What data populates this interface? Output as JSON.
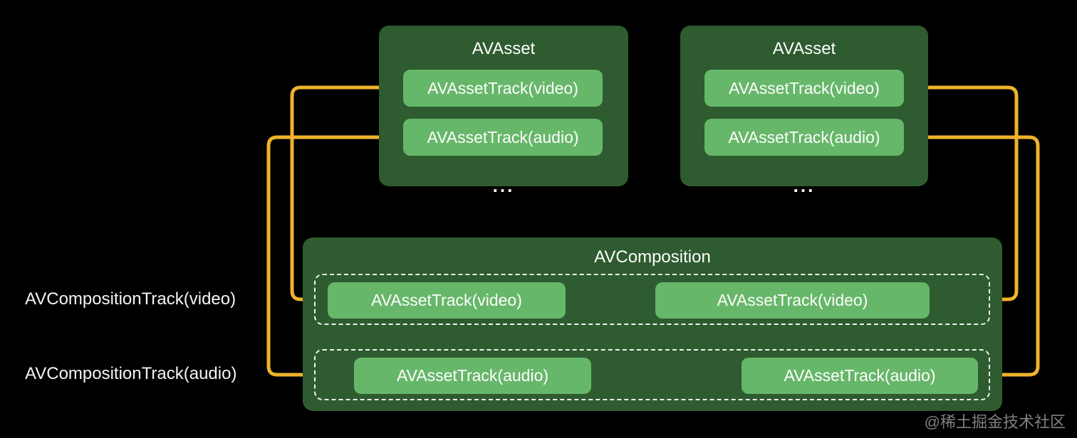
{
  "colors": {
    "background": "#000000",
    "box_dark_green": "#2e5b2f",
    "box_light_green": "#67b76a",
    "arrow_orange": "#f0b32c",
    "dashed_border": "#ffffff",
    "text": "#ffffff",
    "watermark_gray": "#969696"
  },
  "assets": [
    {
      "title": "AVAsset",
      "video_track": "AVAssetTrack(video)",
      "audio_track": "AVAssetTrack(audio)",
      "more": "..."
    },
    {
      "title": "AVAsset",
      "video_track": "AVAssetTrack(video)",
      "audio_track": "AVAssetTrack(audio)",
      "more": "..."
    }
  ],
  "composition": {
    "title": "AVComposition",
    "video_row": {
      "label": "AVCompositionTrack(video)",
      "left_track": "AVAssetTrack(video)",
      "right_track": "AVAssetTrack(video)"
    },
    "audio_row": {
      "label": "AVCompositionTrack(audio)",
      "left_track": "AVAssetTrack(audio)",
      "right_track": "AVAssetTrack(audio)"
    }
  },
  "watermark": "@稀土掘金技术社区"
}
